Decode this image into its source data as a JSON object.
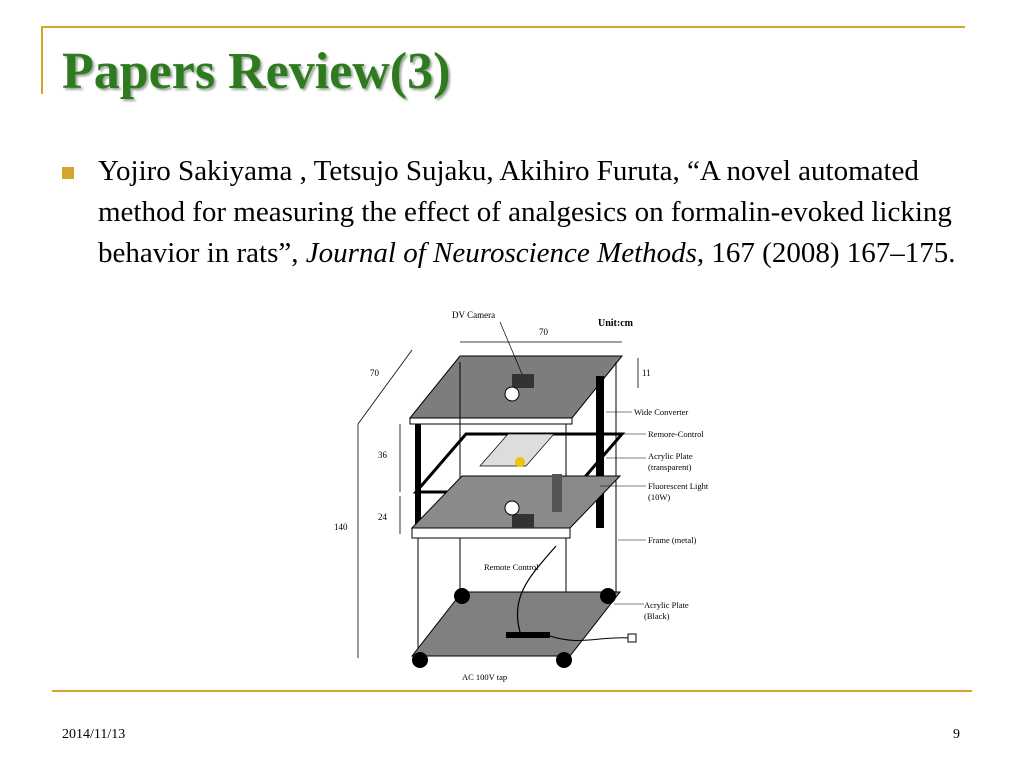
{
  "slide": {
    "title": "Papers Review(3)",
    "bullet": {
      "authors": "Yojiro Sakiyama , Tetsujo Sujaku, Akihiro Furuta, ",
      "paper_title": "“A novel automated method for measuring the effect of analgesics on formalin-evoked licking behavior in rats”, ",
      "journal": "Journal of Neuroscience Methods",
      "citation": ", 167 (2008) 167–175."
    }
  },
  "figure": {
    "unit": "Unit:cm",
    "dims": {
      "width_top": "70",
      "depth": "70",
      "height_total": "140",
      "tier1": "36",
      "tier2": "24",
      "top_gap": "11"
    },
    "labels": {
      "dv_camera": "DV Camera",
      "wide_converter": "Wide Converter",
      "remote_control_top": "Remore-Control",
      "acrylic_plate_1": "Acrylic Plate",
      "acrylic_plate_1b": "(transparent)",
      "fluorescent_1": "Fluorescent Light",
      "fluorescent_2": "(10W)",
      "frame": "Frame (metal)",
      "remote_control": "Remote Control",
      "acrylic_plate_2": "Acrylic     Plate",
      "acrylic_plate_2b": "(Black)",
      "ac_tap": "AC 100V tap"
    }
  },
  "footer": {
    "date": "2014/11/13",
    "page": "9"
  }
}
